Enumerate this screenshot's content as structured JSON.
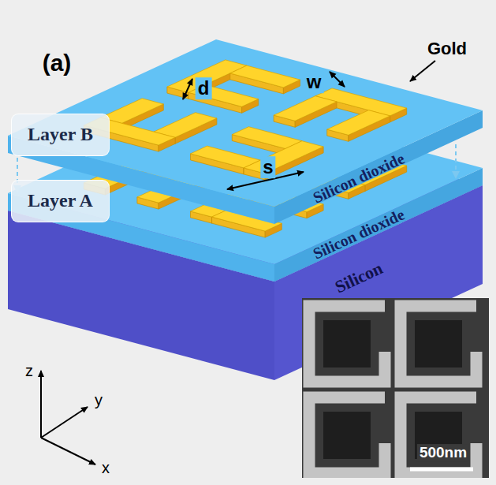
{
  "diagram": {
    "nodes": [
      {
        "text": [
          "Layer B"
        ]
      },
      {
        "text": [
          "Layer A"
        ]
      }
    ],
    "labels": [
      "(a)",
      "d",
      "w",
      "Gold",
      "s",
      "Silicon dioxide",
      "Silicon dioxide",
      "Silicon",
      "z",
      "y",
      "x",
      "500nm"
    ]
  }
}
